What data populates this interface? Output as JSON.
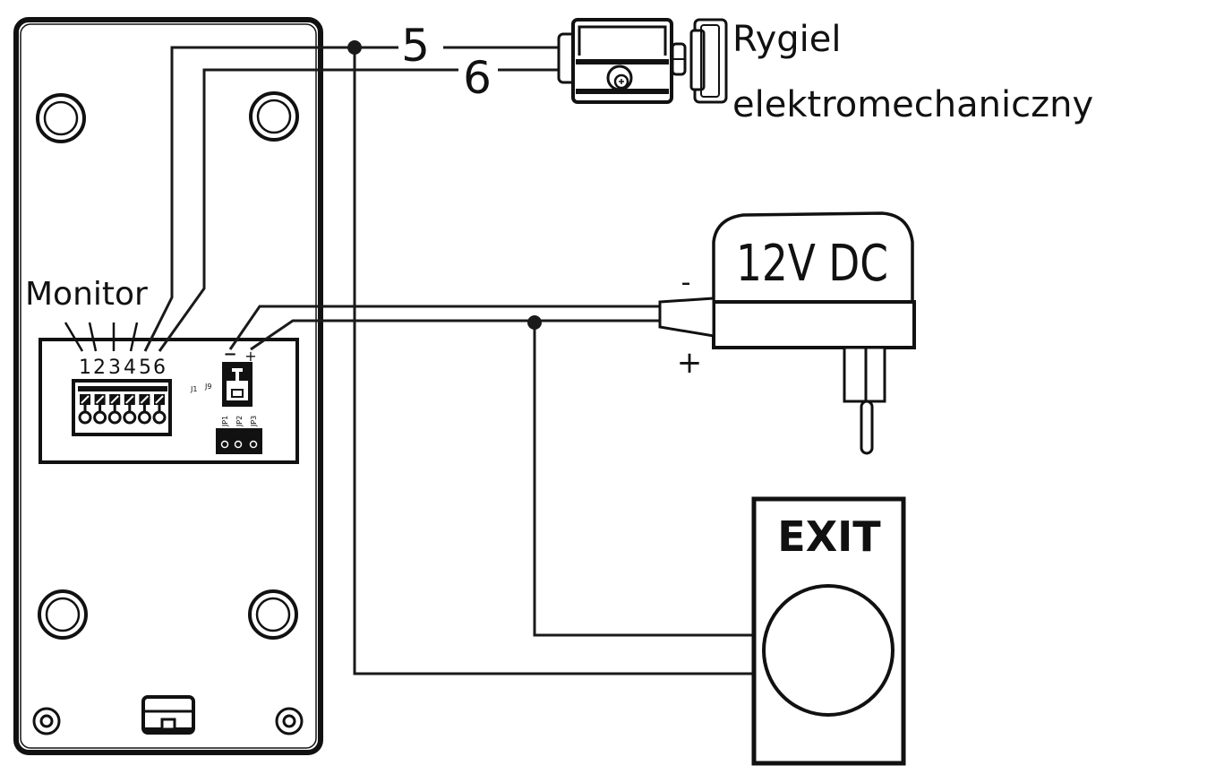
{
  "diagram": {
    "type": "wiring-diagram",
    "components": {
      "panel": {
        "terminal_group_label": "Monitor",
        "terminal_numbers": [
          "1",
          "2",
          "3",
          "4",
          "5",
          "6"
        ],
        "power_polarity": {
          "minus": "−",
          "plus": "+"
        },
        "pcb_labels": {
          "j1": "J1",
          "j9": "J9"
        },
        "jumpers": [
          "JP1",
          "JP2",
          "JP3"
        ]
      },
      "lock": {
        "label_line1": "Rygiel",
        "label_line2": "elektromechaniczny"
      },
      "power_supply": {
        "label": "12V DC",
        "minus_label": "-",
        "plus_label": "+"
      },
      "exit_button": {
        "label": "EXIT"
      }
    },
    "wire_labels": {
      "wire5": "5",
      "wire6": "6"
    },
    "connections": [
      {
        "from": "panel terminal 5",
        "to": "lock",
        "label": "5"
      },
      {
        "from": "panel terminal 6",
        "to": "lock",
        "label": "6"
      },
      {
        "from": "panel power -",
        "to": "power supply -"
      },
      {
        "from": "panel power +",
        "to": "power supply +"
      },
      {
        "from": "wire 5 junction",
        "to": "exit button"
      },
      {
        "from": "power + junction",
        "to": "exit button"
      }
    ],
    "colors": {
      "ink": "#111111",
      "background": "#ffffff"
    }
  }
}
